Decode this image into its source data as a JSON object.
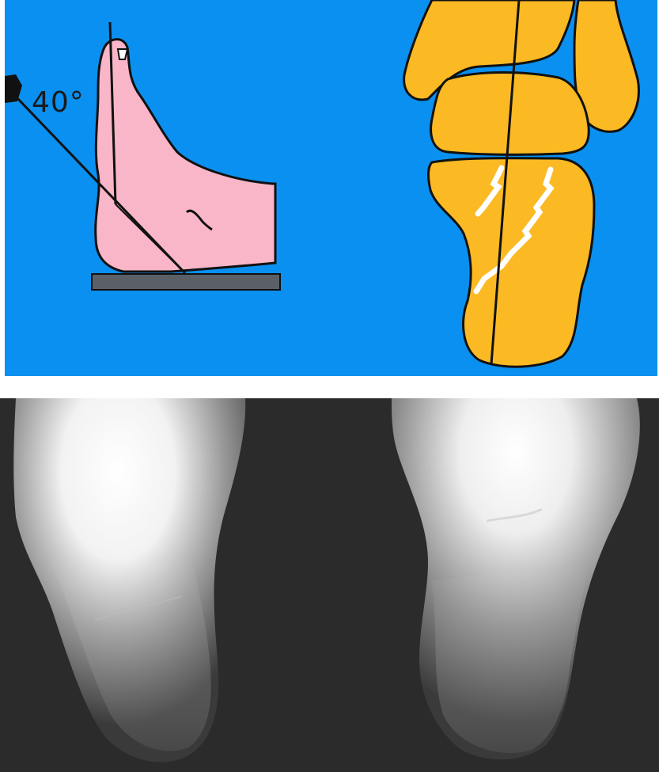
{
  "diagram": {
    "angle_label": "40°",
    "colors": {
      "background": "#0a90f0",
      "foot": "#f8b6c8",
      "bone": "#fbb923",
      "fracture": "#ffffff",
      "plate": "#5a6066",
      "outline": "#111111"
    },
    "icons": [
      "x-ray-source-icon",
      "foot-lateral-silhouette",
      "calcaneus-axial-diagram"
    ]
  },
  "xray": {
    "description_icons": [
      "left-heel-radiograph",
      "right-heel-radiograph"
    ]
  }
}
